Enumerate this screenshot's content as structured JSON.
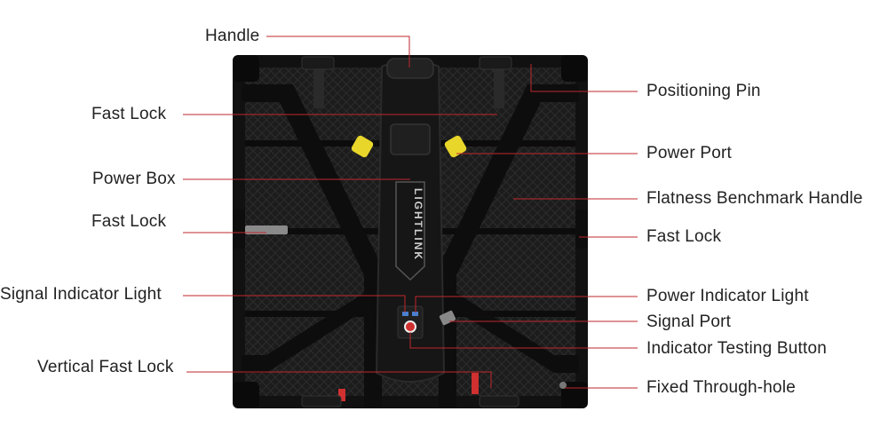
{
  "brand": "LIGHTLINK",
  "colors": {
    "leader_line": "#c0272d",
    "panel": "#1a1a1a",
    "frame": "#101010",
    "connector_yellow": "#e8d62a",
    "signal_indicator": "#4a7fd0",
    "button_red": "#d03030"
  },
  "labels": {
    "handle": "Handle",
    "fast_lock_top": "Fast Lock",
    "power_box": "Power Box",
    "fast_lock_left": "Fast Lock",
    "signal_indicator_light": "Signal Indicator Light",
    "vertical_fast_lock": "Vertical Fast Lock",
    "positioning_pin": "Positioning Pin",
    "power_port": "Power Port",
    "flatness_benchmark_handle": "Flatness Benchmark Handle",
    "fast_lock_right": "Fast Lock",
    "power_indicator_light": "Power Indicator Light",
    "signal_port": "Signal Port",
    "indicator_testing_button": "Indicator Testing Button",
    "fixed_through_hole": "Fixed Through-hole"
  }
}
